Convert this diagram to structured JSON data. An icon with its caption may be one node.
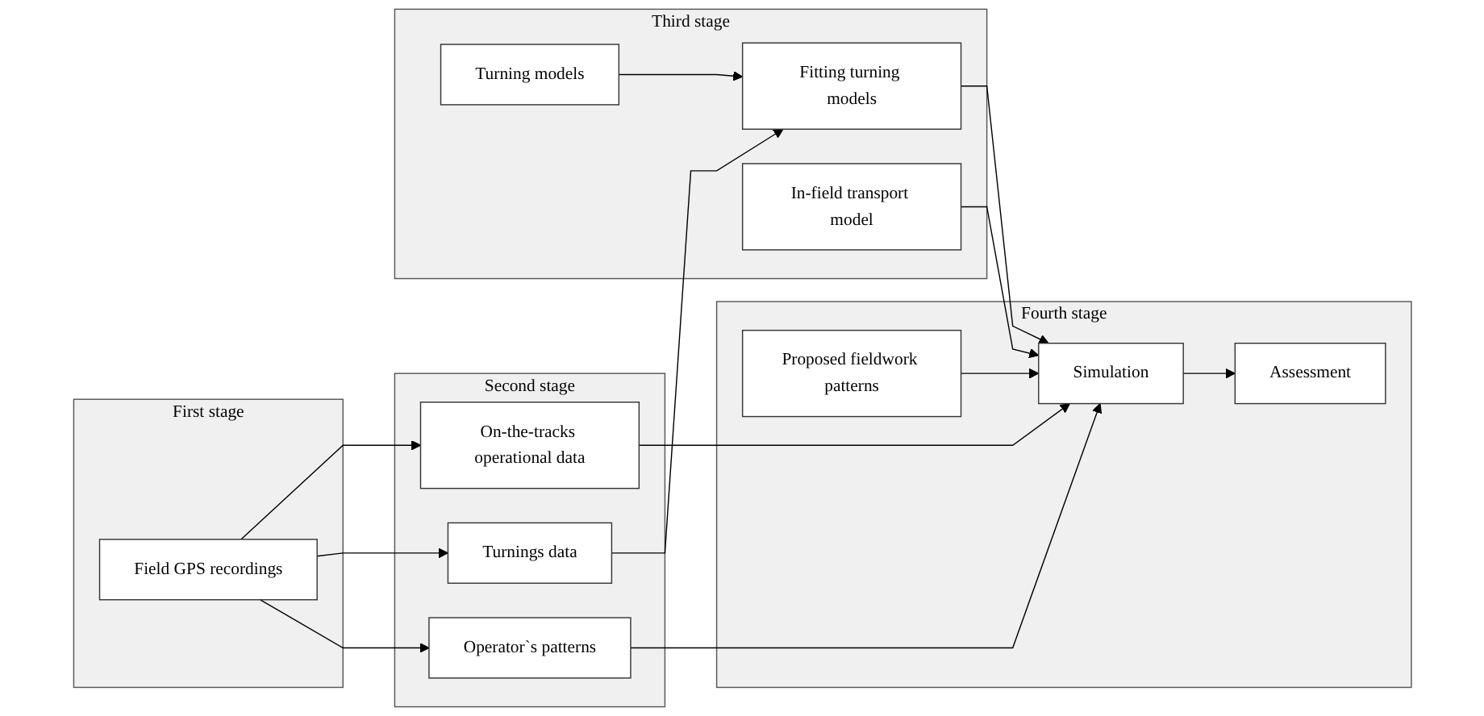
{
  "diagram": {
    "nodes": [
      {
        "text": [
          "First stage"
        ]
      },
      {
        "text": [
          "Field GPS recordings"
        ],
        "in": 0
      },
      {
        "text": [
          "Second stage"
        ]
      },
      {
        "text": [
          "On-the-tracks operational data"
        ],
        "in": 2
      },
      {
        "text": [
          "Turnings data"
        ],
        "in": 2
      },
      {
        "text": [
          "Operator`s patterns"
        ],
        "in": 2
      },
      {
        "text": [
          "Third stage"
        ]
      },
      {
        "text": [
          "Turning models"
        ],
        "in": 6
      },
      {
        "text": [
          "Fitting turning models"
        ],
        "in": 6
      },
      {
        "text": [
          "In-field transport model"
        ],
        "in": 6
      },
      {
        "text": [
          "Fourth stage"
        ]
      },
      {
        "text": [
          "Simulation"
        ],
        "in": 10
      },
      {
        "text": [
          "Assessment"
        ],
        "in": 10
      },
      {
        "text": [
          "Proposed fieldwork patterns"
        ],
        "in": 10
      }
    ],
    "edges": [
      {
        "from": 1,
        "to": 3,
        "arrow": "to"
      },
      {
        "from": 1,
        "to": 4,
        "arrow": "to"
      },
      {
        "from": 1,
        "to": 5,
        "arrow": "to"
      },
      {
        "from": 3,
        "to": 11,
        "arrow": "to"
      },
      {
        "from": 4,
        "to": 8,
        "arrow": "to"
      },
      {
        "from": 7,
        "to": 8,
        "arrow": "to"
      },
      {
        "from": 8,
        "to": 11,
        "arrow": "to"
      },
      {
        "from": 9,
        "to": 11,
        "arrow": "to"
      },
      {
        "from": 5,
        "to": 11,
        "arrow": "to"
      },
      {
        "from": 13,
        "to": 11,
        "arrow": "to"
      },
      {
        "from": 11,
        "to": 12,
        "arrow": "to"
      }
    ]
  }
}
